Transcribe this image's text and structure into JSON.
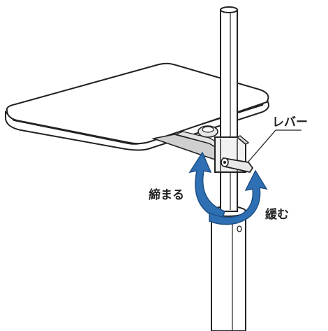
{
  "labels": {
    "lever": "レバー",
    "tighten": "締まる",
    "loosen": "緩む"
  },
  "colors": {
    "outline": "#222222",
    "fill": "#ffffff",
    "shade": "#d9d9d9",
    "arrow": "#2f6fb3"
  }
}
